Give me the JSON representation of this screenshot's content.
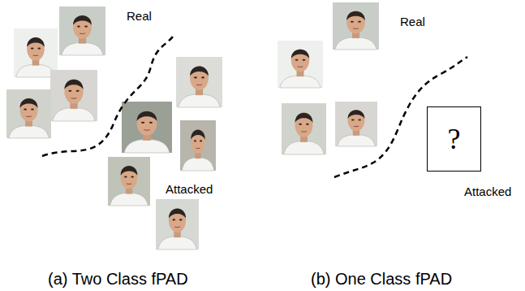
{
  "diagram": {
    "nodes": [
      {
        "text": [
          "?"
        ]
      }
    ],
    "labels": [
      "Real",
      "Attacked",
      "(a) Two Class fPAD",
      "Real",
      "Attacked",
      "(b) One Class fPAD"
    ]
  }
}
